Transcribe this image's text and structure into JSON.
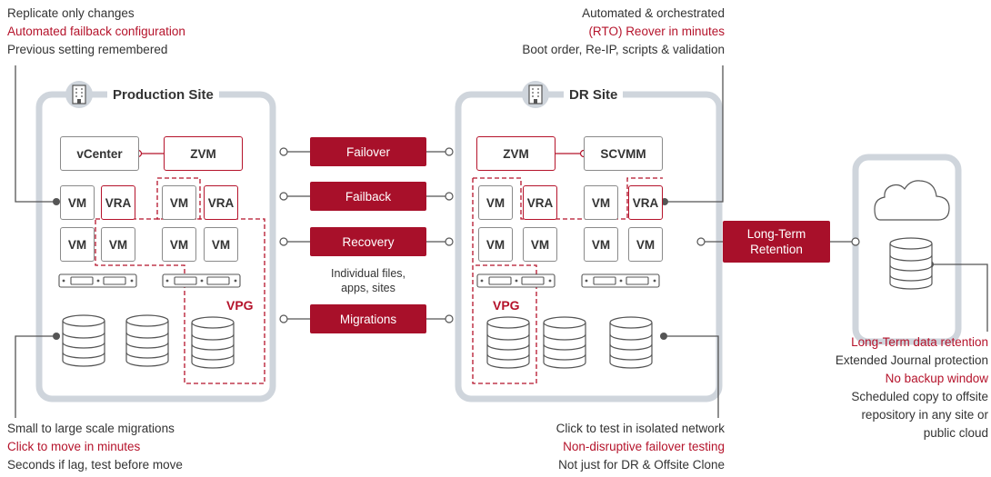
{
  "top_left_notes": [
    "Replicate only changes",
    "Automated failback configuration",
    "Previous setting remembered"
  ],
  "top_right_notes": [
    "Automated & orchestrated",
    "(RTO) Reover in minutes",
    "Boot order, Re-IP, scripts & validation"
  ],
  "bottom_left_notes": [
    "Small to large scale migrations",
    "Click to move in minutes",
    "Seconds if lag, test before move"
  ],
  "bottom_center_notes": [
    "Click to test in isolated network",
    "Non-disruptive failover testing",
    "Not just for DR & Offsite Clone"
  ],
  "right_notes": [
    "Long-Term data retention",
    "Extended Journal protection",
    "No backup window",
    "Scheduled copy to offsite",
    "repository in any site or",
    "public cloud"
  ],
  "production_site": {
    "title": "Production Site",
    "vcenter": "vCenter",
    "zvm": "ZVM",
    "vm": "VM",
    "vra": "VRA",
    "vpg": "VPG"
  },
  "dr_site": {
    "title": "DR Site",
    "zvm": "ZVM",
    "scvmm": "SCVMM",
    "vm": "VM",
    "vra": "VRA",
    "vpg": "VPG"
  },
  "actions": {
    "failover": "Failover",
    "failback": "Failback",
    "recovery": "Recovery",
    "recovery_note": "Individual files, apps, sites",
    "migrations": "Migrations"
  },
  "long_term": "Long-Term Retention",
  "colors": {
    "red": "#a8102a",
    "gray": "#cfd5dc",
    "text": "#333333"
  }
}
